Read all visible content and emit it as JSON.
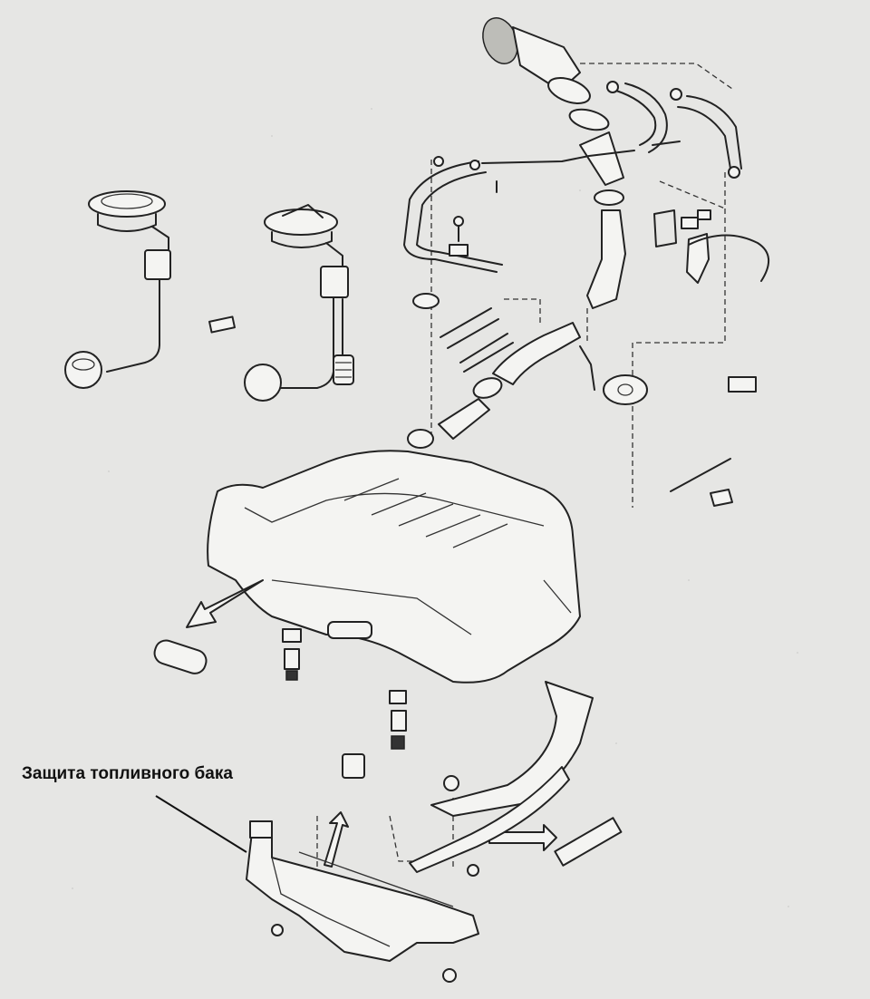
{
  "callout": {
    "label": "Защита топливного бака"
  },
  "colors": {
    "background": "#e6e6e4",
    "line": "#222222"
  },
  "parts": [
    "fuel-filler-neck",
    "filler-hoses",
    "vent-hoses",
    "fuel-gauge-sender",
    "fuel-pump-sender",
    "fuel-tank",
    "tank-strap",
    "tank-guard",
    "mounting-bolts"
  ]
}
